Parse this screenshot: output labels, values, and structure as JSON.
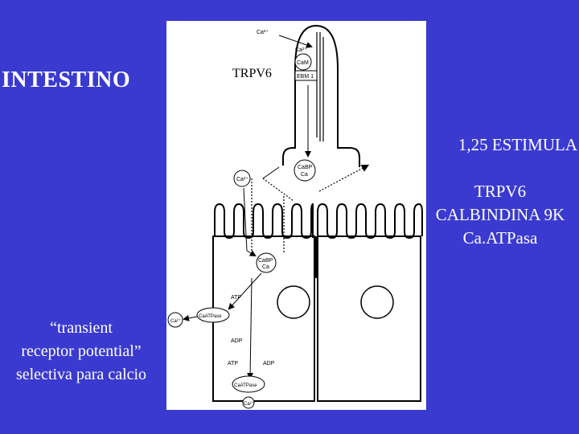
{
  "slide": {
    "title": "INTESTINO",
    "stimulus_text": "1,25 ESTIMULA",
    "targets": [
      "TRPV6",
      "CALBINDINA 9K",
      "Ca.ATPasa"
    ],
    "trpv6_explainer": [
      "“transient",
      "receptor potential”",
      "selectiva para calcio"
    ]
  },
  "figure": {
    "title": "TRPV6",
    "labels": {
      "ca_outside": "Ca²⁺",
      "ca_near_channel": "Ca²⁺",
      "cam": "CaM",
      "ebm1": "EBM 1",
      "cabp_top_1": "CaBP",
      "cabp_top_2": "Ca",
      "ca_left": "Ca²⁺",
      "cabp_mid_1": "CaBP",
      "cabp_mid_2": "Ca",
      "atp_1": "ATP",
      "ca_atpase_left_ca": "Ca²⁺",
      "ca_atpase_left": "CaATPase",
      "adp_1": "ADP",
      "atp_2": "ATP",
      "adp_2": "ADP",
      "ca_atpase_bottom": "CaATPase",
      "ca_bottom": "Ca²⁺"
    }
  }
}
